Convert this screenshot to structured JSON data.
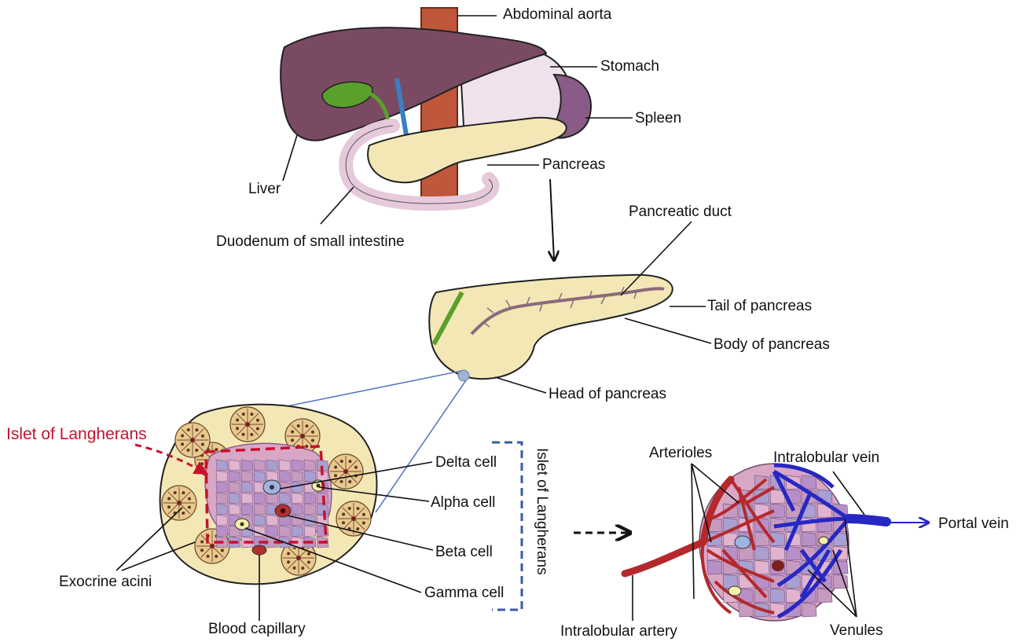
{
  "labels": {
    "abdominal_aorta": "Abdominal aorta",
    "stomach": "Stomach",
    "spleen": "Spleen",
    "liver": "Liver",
    "pancreas": "Pancreas",
    "duodenum": "Duodenum of small intestine",
    "pancreatic_duct": "Pancreatic duct",
    "tail_of_pancreas": "Tail of pancreas",
    "body_of_pancreas": "Body of pancreas",
    "head_of_pancreas": "Head of pancreas",
    "islet_of_langherans": "Islet of Langherans",
    "delta_cell": "Delta cell",
    "alpha_cell": "Alpha cell",
    "beta_cell": "Beta cell",
    "gamma_cell": "Gamma cell",
    "exocrine_acini": "Exocrine acini",
    "blood_capillary": "Blood capillary",
    "islet_bracket": "Islet of Langherans",
    "arterioles": "Arterioles",
    "intralobular_vein": "Intralobular vein",
    "portal_vein": "Portal vein",
    "intralobular_artery": "Intralobular artery",
    "venules": "Venules"
  },
  "colors": {
    "highlight_red": "#c8102e",
    "bracket_blue": "#3a5aa8",
    "artery_red": "#b5282c",
    "vein_blue": "#2727c4",
    "liver": "#7a4a63",
    "pancreas": "#f3e7b6",
    "gallbladder": "#5aa02c",
    "aorta": "#c0563a",
    "spleen": "#8a5b86",
    "stomach": "#efe2ec"
  }
}
